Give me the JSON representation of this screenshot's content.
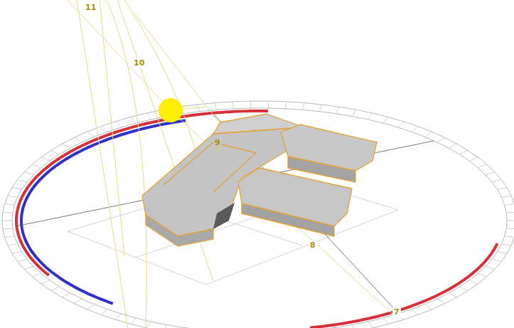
{
  "diagram": {
    "labels": [
      "11",
      "10",
      "9",
      "8",
      "7"
    ]
  }
}
